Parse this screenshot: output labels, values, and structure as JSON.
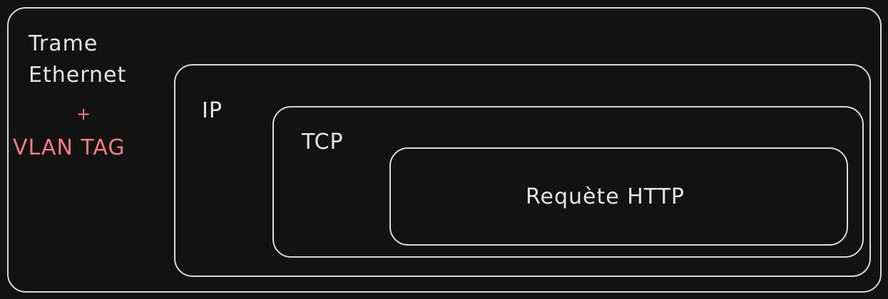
{
  "frame": {
    "line1": "Trame",
    "line2": "Ethernet",
    "plus": "+",
    "tag": "VLAN TAG"
  },
  "ip": {
    "label": "IP"
  },
  "tcp": {
    "label": "TCP"
  },
  "http": {
    "label": "Requète HTTP"
  },
  "colors": {
    "background": "#121212",
    "stroke": "#d9d9d9",
    "text": "#e4e4e4",
    "accent": "#ff7b7b"
  }
}
